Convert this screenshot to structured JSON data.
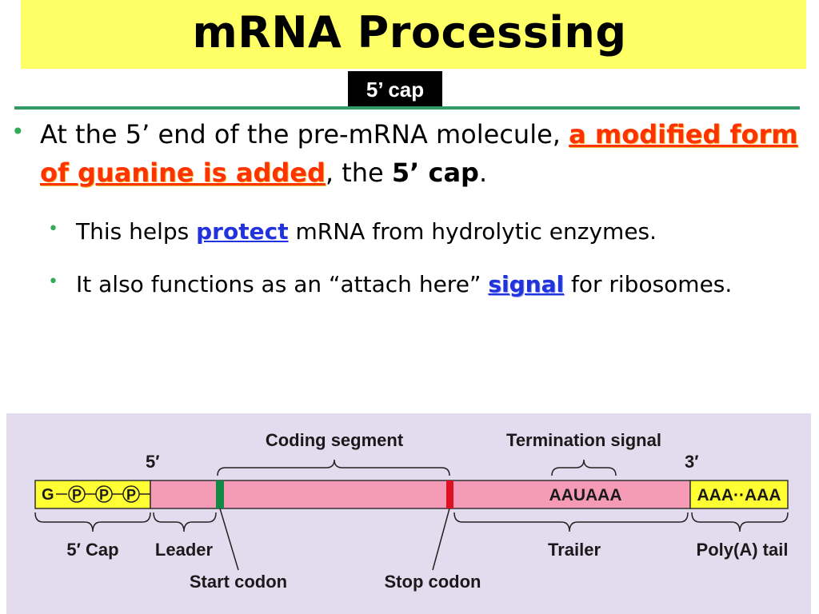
{
  "slide": {
    "title": "mRNA Processing",
    "subtitle_tag": "5’ cap"
  },
  "bullets": {
    "b1": {
      "prefix": "At the 5’ end of the pre-mRNA molecule, ",
      "highlight": "a modified form of guanine is added",
      "mid": ", the ",
      "bold": "5’ cap",
      "suffix": "."
    },
    "b2": {
      "prefix": "This helps ",
      "highlight": "protect",
      "suffix": " mRNA from hydrolytic enzymes."
    },
    "b3": {
      "prefix": "It also functions as an “attach here” ",
      "highlight": "signal",
      "suffix": " for ribosomes."
    }
  },
  "diagram": {
    "labels": {
      "five_prime": "5′",
      "three_prime": "3′",
      "coding_segment": "Coding segment",
      "termination_signal": "Termination signal",
      "cap_g": "G",
      "cap_p1": "P",
      "cap_p2": "P",
      "cap_p3": "P",
      "aauaaa": "AAUAAA",
      "poly_seq": "AAA··AAA",
      "five_cap": "5′ Cap",
      "leader": "Leader",
      "trailer": "Trailer",
      "poly_a_tail": "Poly(A) tail",
      "start_codon": "Start codon",
      "stop_codon": "Stop codon"
    },
    "colors": {
      "cap": "#ffff33",
      "body": "#f59bb7",
      "start_codon": "#118844",
      "stop_codon": "#dd1122",
      "poly_a": "#ffff33"
    }
  }
}
